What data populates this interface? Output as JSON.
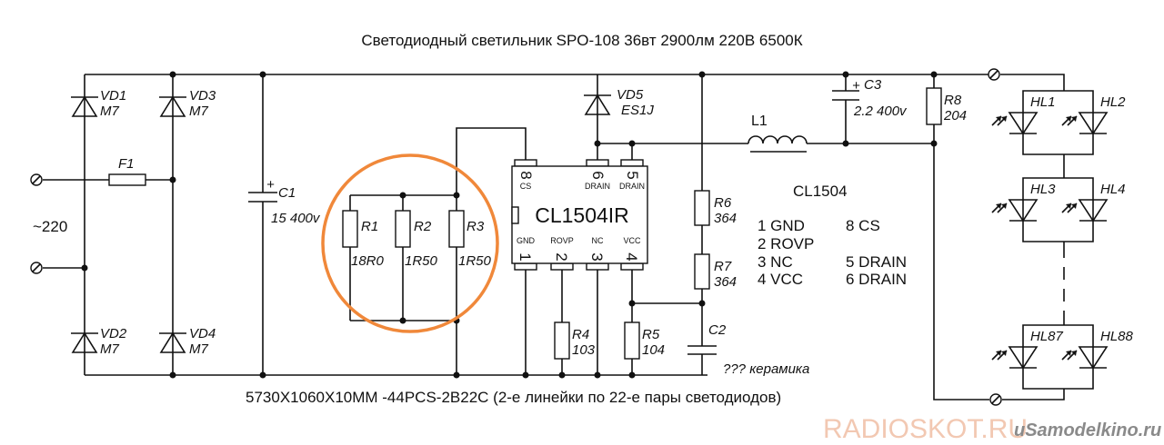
{
  "title": "Светодиодный светильник SPO-108 36вт 2900лм 220В 6500К",
  "footer_note": "5730X1060X10MM  -44PCS-2B22C  (2-е линейки по 22-е пары светодиодов)",
  "input_label": "~220",
  "highlight_color": "#f0883a",
  "components": {
    "vd1": {
      "ref": "VD1",
      "value": "M7"
    },
    "vd2": {
      "ref": "VD2",
      "value": "M7"
    },
    "vd3": {
      "ref": "VD3",
      "value": "M7"
    },
    "vd4": {
      "ref": "VD4",
      "value": "M7"
    },
    "vd5": {
      "ref": "VD5",
      "value": "ES1J"
    },
    "f1": {
      "ref": "F1"
    },
    "c1": {
      "ref": "C1",
      "value": "15  400v"
    },
    "c2": {
      "ref": "C2",
      "value": "??? керамика"
    },
    "c3": {
      "ref": "C3",
      "value": "2.2  400v"
    },
    "l1": {
      "ref": "L1"
    },
    "r1": {
      "ref": "R1",
      "value": "18R0"
    },
    "r2": {
      "ref": "R2",
      "value": "1R50"
    },
    "r3": {
      "ref": "R3",
      "value": "1R50"
    },
    "r4": {
      "ref": "R4",
      "value": "103"
    },
    "r5": {
      "ref": "R5",
      "value": "104"
    },
    "r6": {
      "ref": "R6",
      "value": "364"
    },
    "r7": {
      "ref": "R7",
      "value": "364"
    },
    "r8": {
      "ref": "R8",
      "value": "204"
    },
    "leds": [
      "HL1",
      "HL2",
      "HL3",
      "HL4",
      "HL87",
      "HL88"
    ]
  },
  "ic": {
    "name": "CL1504IR",
    "pins_top": [
      {
        "num": "8",
        "name": "CS"
      },
      {
        "num": "6",
        "name": "DRAIN"
      },
      {
        "num": "5",
        "name": "DRAIN"
      }
    ],
    "pins_bottom": [
      {
        "num": "1",
        "name": "GND"
      },
      {
        "num": "2",
        "name": "ROVP"
      },
      {
        "num": "3",
        "name": "NC"
      },
      {
        "num": "4",
        "name": "VCC"
      }
    ]
  },
  "pinout_legend": {
    "title": "CL1504",
    "left": [
      "1 GND",
      "2 ROVP",
      "3 NC",
      "4 VCC"
    ],
    "right": [
      "8 CS",
      "5 DRAIN",
      "6 DRAIN"
    ]
  },
  "watermarks": [
    "RADIOSKOT.RU",
    "uSamodelkino.ru"
  ]
}
